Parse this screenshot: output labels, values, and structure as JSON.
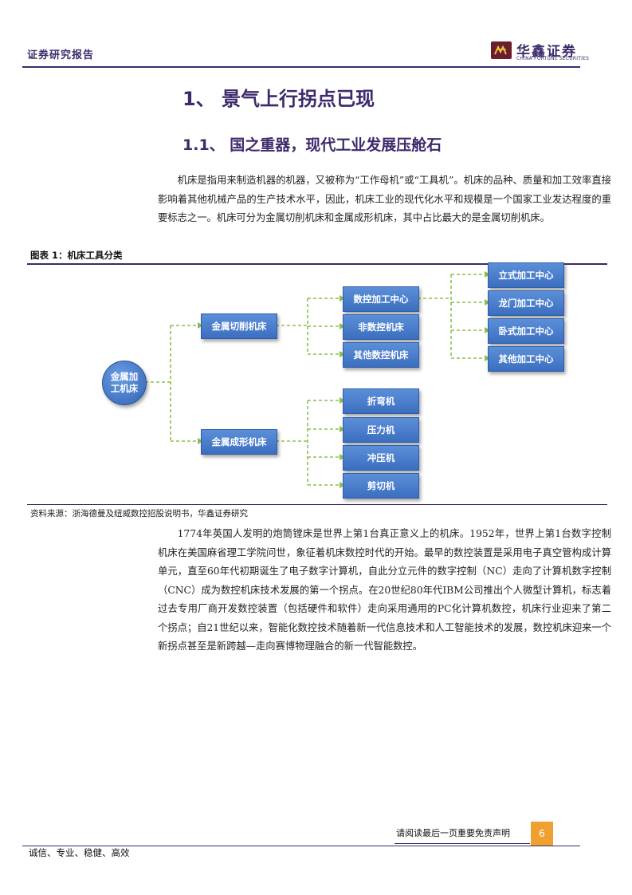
{
  "header": {
    "report_type": "证券研究报告",
    "logo_cn": "华鑫证券",
    "logo_en": "CHINA FORTUNE SECURITIES"
  },
  "section": {
    "h1": "1、 景气上行拐点已现",
    "h2": "1.1、 国之重器，现代工业发展压舱石"
  },
  "paragraph1": "机床是指用来制造机器的机器，又被称为“工作母机”或“工具机”。机床的品种、质量和加工效率直接影响着其他机械产品的生产技术水平，因此，机床工业的现代化水平和规模是一个国家工业发达程度的重要标志之一。机床可分为金属切削机床和金属成形机床，其中占比最大的是金属切削机床。",
  "figure": {
    "title": "图表 1：机床工具分类",
    "source": "资料来源：浙海德曼及纽威数控招股说明书，华鑫证券研究",
    "root": "金属加工机床",
    "branch_cutting": "金属切削机床",
    "branch_forming": "金属成形机床",
    "cutting_children": [
      "数控加工中心",
      "非数控机床",
      "其他数控机床"
    ],
    "cnc_children": [
      "立式加工中心",
      "龙门加工中心",
      "卧式加工中心",
      "其他加工中心"
    ],
    "forming_children": [
      "折弯机",
      "压力机",
      "冲压机",
      "剪切机"
    ],
    "colors": {
      "node": "#3c6ec0",
      "connector": "#8bbf4e"
    }
  },
  "paragraph2": "1774年英国人发明的炮筒镗床是世界上第1台真正意义上的机床。1952年，世界上第1台数字控制机床在美国麻省理工学院问世，象征着机床数控时代的开始。最早的数控装置是采用电子真空管构成计算单元，直至60年代初期诞生了电子数字计算机，自此分立元件的数字控制（NC）走向了计算机数字控制（CNC）成为数控机床技术发展的第一个拐点。在20世纪80年代IBM公司推出个人微型计算机，标志着过去专用厂商开发数控装置（包括硬件和软件）走向采用通用的PC化计算机数控，机床行业迎来了第二个拐点；自21世纪以来，智能化数控技术随着新一代信息技术和人工智能技术的发展，数控机床迎来一个新拐点甚至是新跨越—走向赛博物理融合的新一代智能数控。",
  "footer": {
    "disclaimer": "请阅读最后一页重要免责声明",
    "page": "6",
    "motto": "诚信、专业、稳健、高效"
  }
}
